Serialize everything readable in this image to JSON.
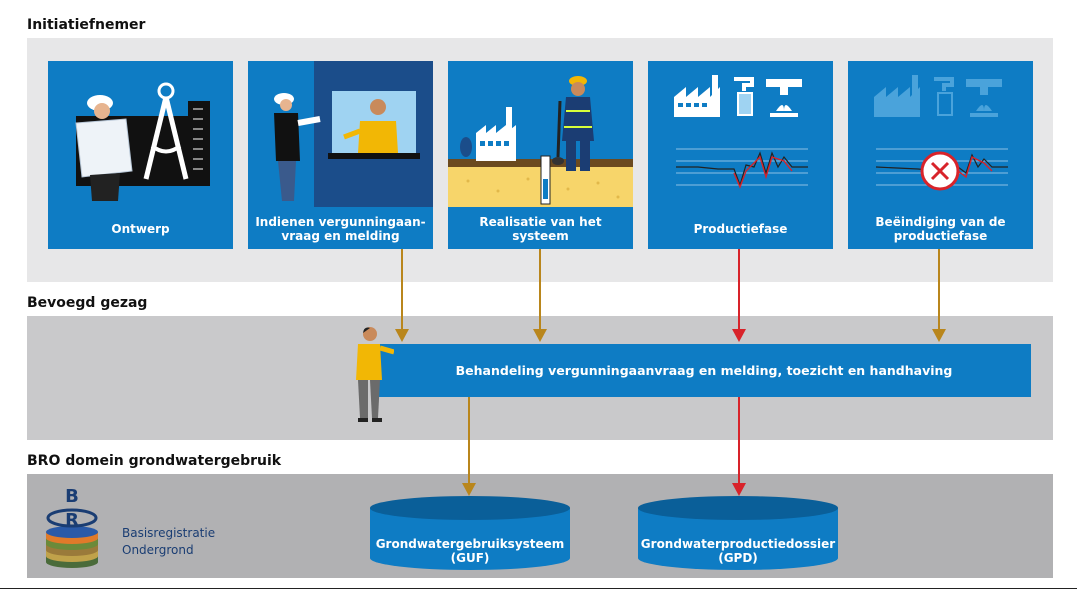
{
  "sections": {
    "initiatiefnemer": "Initiatiefnemer",
    "bevoegd_gezag": "Bevoegd gezag",
    "bro_domein": "BRO domein grondwatergebruik"
  },
  "cards": [
    {
      "lines": [
        "Ontwerp"
      ]
    },
    {
      "lines": [
        "Indienen vergunningaan-",
        "vraag en melding"
      ]
    },
    {
      "lines": [
        "Realisatie van het systeem"
      ]
    },
    {
      "lines": [
        "Productiefase"
      ]
    },
    {
      "lines": [
        "Beëindiging van de",
        "productiefase"
      ]
    }
  ],
  "process": {
    "label": "Behandeling vergunningaanvraag en melding, toezicht en handhaving"
  },
  "bro": {
    "line1": "Basisregistratie",
    "line2": "Ondergrond",
    "logo_letters": "B R O"
  },
  "registers": [
    {
      "line1": "Grondwatergebruiksysteem",
      "line2": "(GUF)"
    },
    {
      "line1": "Grondwaterproductiedossier",
      "line2": "(GPD)"
    }
  ],
  "colors": {
    "band_light": "#e7e7e8",
    "band_mid": "#c9c9cb",
    "band_dark": "#b1b1b3",
    "brand_blue": "#0e7cc4",
    "arrow_gold": "#b9861c",
    "arrow_red": "#d8232a"
  }
}
